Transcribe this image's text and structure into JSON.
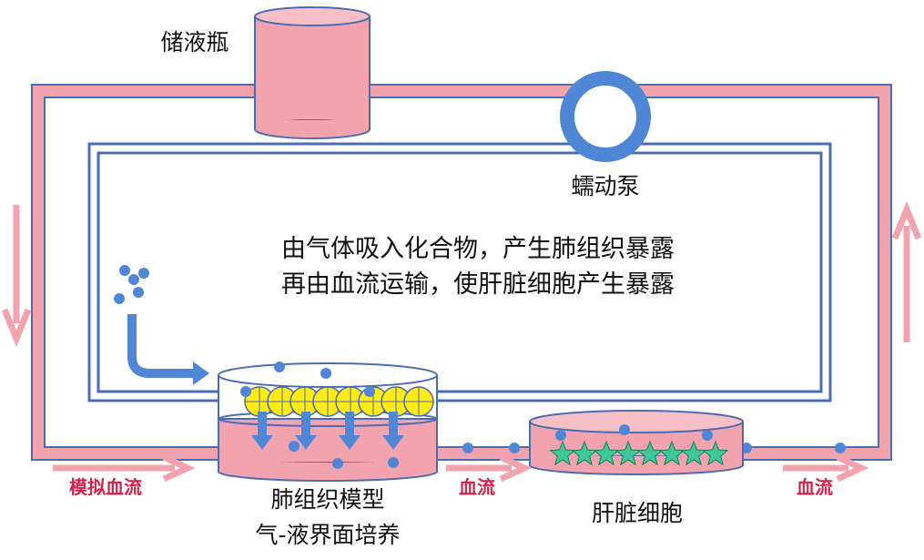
{
  "labels": {
    "reservoir": "储液瓶",
    "pump": "蠕动泵",
    "description_line1": "由气体吸入化合物，产生肺组织暴露",
    "description_line2": "再由血流运输，使肝脏细胞产生暴露",
    "lung_model_line1": "肺组织模型",
    "lung_model_line2": "气-液界面培养",
    "liver_cells": "肝脏细胞",
    "flow_simulated": "模拟血流",
    "flow_middle": "血流",
    "flow_right": "血流"
  },
  "colors": {
    "tube": "#f2a3ad",
    "tube_stroke": "#4a6cb3",
    "blue_particle": "#4f86d6",
    "yellow_cell": "#ffea14",
    "green_star": "#3ec99b",
    "flow_text": "#d8204a"
  },
  "counts": {
    "lung_cells": 8,
    "liver_stars": 8
  }
}
